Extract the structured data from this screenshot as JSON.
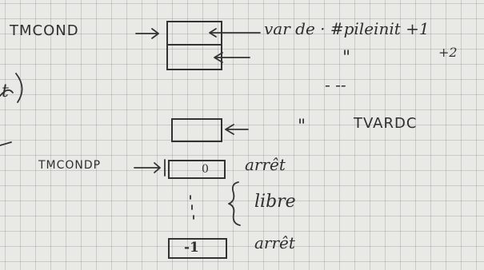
{
  "top_block": {
    "label": "TMCOND",
    "annotation": "var de · #pileinit +1",
    "ditto_mark": "\"",
    "offset_2": "+2",
    "dashes": "- --"
  },
  "middle_block": {
    "ditto_mark": "\"",
    "label": "TVARDC"
  },
  "bottom_block": {
    "label": "TMCONDP",
    "first_cell_value": "0",
    "first_note": "arrêt",
    "brace_note": "libre",
    "last_cell_value": "-1",
    "last_note": "arrêt"
  },
  "margin_marks": {
    "paren": ")",
    "letter": "t"
  }
}
